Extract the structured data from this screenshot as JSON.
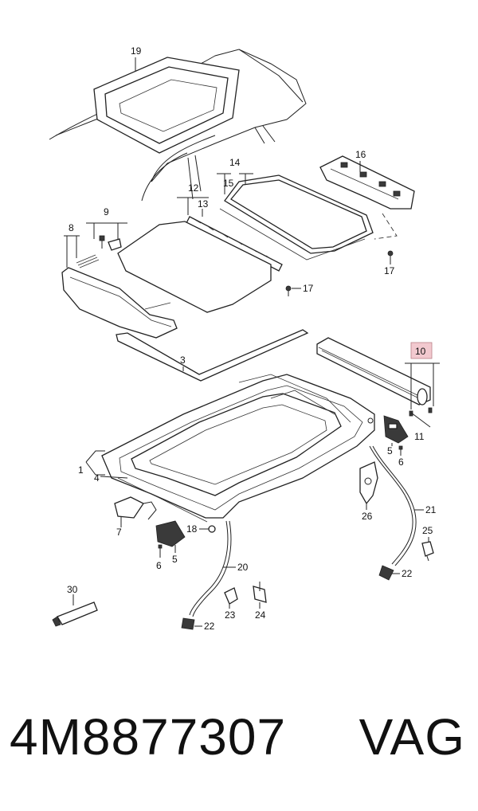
{
  "callouts": {
    "c1": "1",
    "c3": "3",
    "c4": "4",
    "c5a": "5",
    "c5b": "5",
    "c6a": "6",
    "c6b": "6",
    "c7": "7",
    "c8": "8",
    "c9": "9",
    "c10": "10",
    "c11": "11",
    "c12": "12",
    "c13": "13",
    "c14": "14",
    "c15": "15",
    "c16": "16",
    "c17a": "17",
    "c17b": "17",
    "c18": "18",
    "c19": "19",
    "c20": "20",
    "c21": "21",
    "c22a": "22",
    "c22b": "22",
    "c23": "23",
    "c24": "24",
    "c25": "25",
    "c26": "26",
    "c30": "30"
  },
  "highlight_color": "#f2c9cf",
  "footer": {
    "part_number": "4M8877307",
    "brand": "VAG"
  }
}
